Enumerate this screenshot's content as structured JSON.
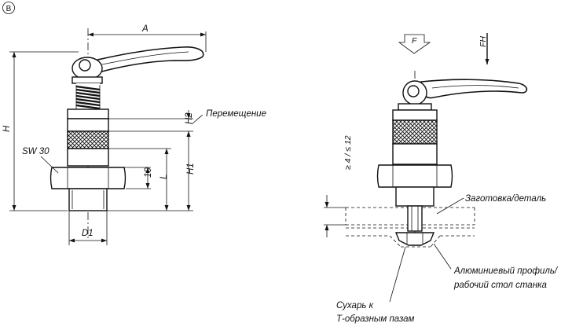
{
  "view_marker": "B",
  "left_view": {
    "dim_A": "A",
    "dim_H": "H",
    "dim_H2": "H2",
    "dim_H1": "H1",
    "dim_L": "L",
    "dim_10": "10",
    "dim_D1": "D1",
    "label_SW": "SW 30",
    "label_travel": "Перемещение"
  },
  "right_view": {
    "force_F": "F",
    "force_FH": "FH",
    "dim_thickness": "≥ 4 / ≤ 12",
    "label_workpiece": "Заготовка/деталь",
    "label_profile_line1": "Алюминиевый профиль/",
    "label_profile_line2": "рабочий стол станка",
    "label_tnut_line1": "Сухарь к",
    "label_tnut_line2": "Т-образным пазам"
  }
}
